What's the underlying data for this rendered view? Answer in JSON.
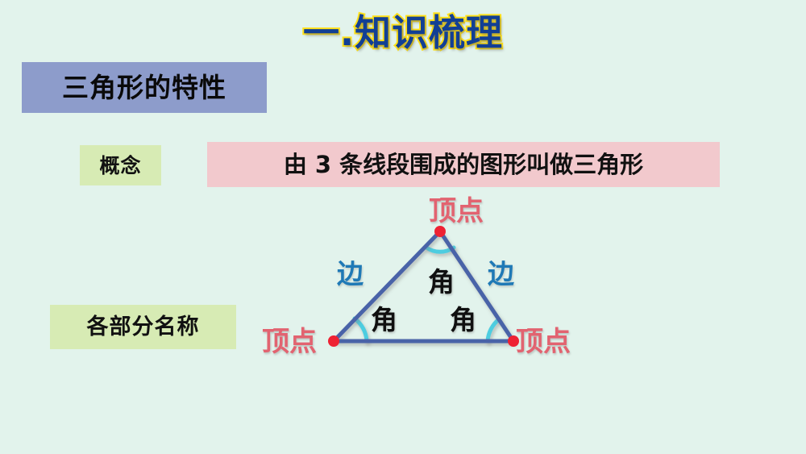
{
  "slide": {
    "background_color": "#e2f3ec",
    "title": "一.知识梳理",
    "title_fill_color": "#123f94",
    "title_outline_color": "#ffe11a"
  },
  "section": {
    "heading": "三角形的特性",
    "heading_box_color": "#8d9ccb",
    "heading_text_color": "#0a0a0a"
  },
  "rows": {
    "concept": {
      "tag": "概念",
      "tag_box_color": "#d7ebb4",
      "text": "由 3 条线段围成的图形叫做三角形",
      "text_box_color": "#f2c9cd"
    },
    "parts": {
      "tag": "各部分名称",
      "tag_box_color": "#d7ebb4"
    }
  },
  "diagram": {
    "name": "triangle-parts-diagram",
    "stroke_color": "#4a63a8",
    "vertex_dot_color": "#ee2233",
    "arc_color": "#4ecde0",
    "vertex_label_color": "#e26370",
    "side_label_color": "#1f79b6",
    "angle_label_color": "#101010",
    "labels": {
      "vertex_top": "顶点",
      "vertex_left": "顶点",
      "vertex_right": "顶点",
      "side_left": "边",
      "side_right": "边",
      "angle_top": "角",
      "angle_bottom_left": "角",
      "angle_bottom_right": "角"
    }
  }
}
